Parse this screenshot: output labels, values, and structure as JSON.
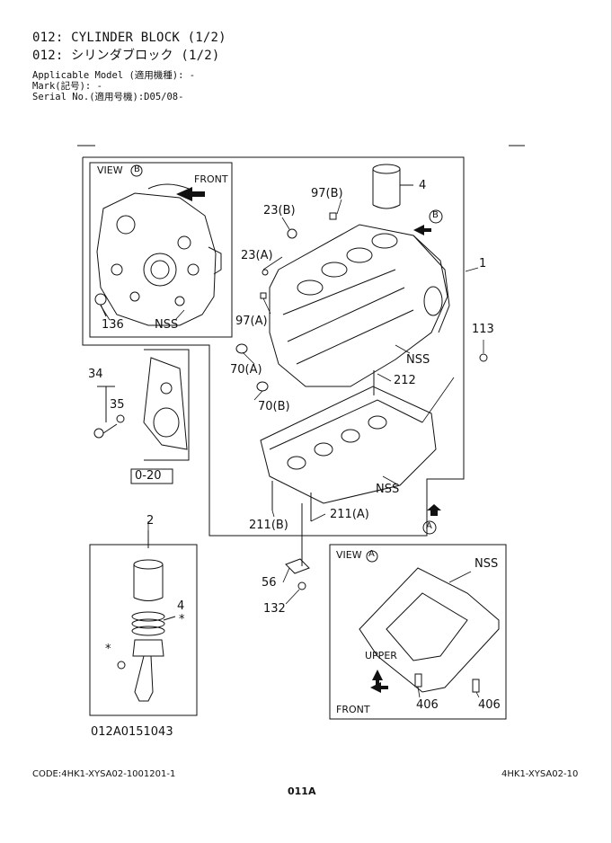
{
  "header": {
    "title_en": "012: CYLINDER BLOCK (1/2)",
    "title_jp": "012: シリンダブロック (1/2)",
    "applicable_model": "Applicable Model (適用機種): -",
    "mark": "Mark(記号): -",
    "serial_no": "Serial No.(適用号機):D05/08-"
  },
  "diagram": {
    "view_b_label": "VIEW",
    "view_b_letter": "B",
    "view_a_label": "VIEW",
    "view_a_letter": "A",
    "front_top": "FRONT",
    "front_bottom": "FRONT",
    "upper": "UPPER",
    "nss_1": "NSS",
    "nss_2": "NSS",
    "nss_3": "NSS",
    "nss_4": "NSS",
    "arrow_b": "B",
    "arrow_a": "A",
    "asterisk_1": "*",
    "asterisk_2": "*",
    "callouts": {
      "p1": "1",
      "p2": "2",
      "p4a": "4",
      "p4b": "4",
      "p23b": "23(B)",
      "p23a": "23(A)",
      "p34": "34",
      "p35": "35",
      "p56": "56",
      "p70a": "70(A)",
      "p70b": "70(B)",
      "p97b": "97(B)",
      "p97a": "97(A)",
      "p113": "113",
      "p132": "132",
      "p136": "136",
      "p211a": "211(A)",
      "p211b": "211(B)",
      "p212": "212",
      "p406a": "406",
      "p406b": "406",
      "p020": "0-20"
    },
    "figure_code": "012A0151043"
  },
  "footer": {
    "code": "CODE:4HK1-XYSA02-1001201-1",
    "page": "011A",
    "ref": "4HK1-XYSA02-10"
  }
}
